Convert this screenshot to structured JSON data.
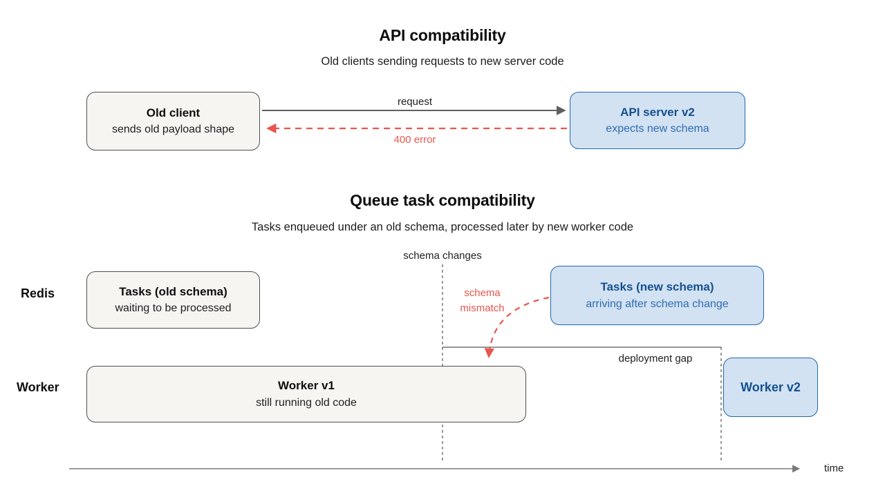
{
  "colors": {
    "background": "#ffffff",
    "gray_node_fill": "#f6f5f2",
    "gray_node_border": "#4f4f4f",
    "blue_node_fill": "#d2e2f2",
    "blue_node_border": "#2166ac",
    "blue_title_text": "#15508f",
    "blue_sub_text": "#2e6cb0",
    "error_red": "#e8564c",
    "arrow_gray": "#5f5f5f"
  },
  "section_api": {
    "title": "API compatibility",
    "subtitle": "Old clients sending requests to new server code",
    "old_client": {
      "title": "Old client",
      "subtitle": "sends old payload shape"
    },
    "api_server": {
      "title": "API server v2",
      "subtitle": "expects new schema"
    },
    "request_label": "request",
    "error_label": "400 error"
  },
  "section_queue": {
    "title": "Queue task compatibility",
    "subtitle": "Tasks enqueued under an old schema, processed later by new worker code",
    "schema_changes_label": "schema changes",
    "schema_mismatch_label": "schema mismatch",
    "deployment_gap_label": "deployment gap",
    "lanes": {
      "redis": "Redis",
      "worker": "Worker"
    },
    "tasks_old": {
      "title": "Tasks (old schema)",
      "subtitle": "waiting to be processed"
    },
    "tasks_new": {
      "title": "Tasks (new schema)",
      "subtitle": "arriving after schema change"
    },
    "worker_v1": {
      "title": "Worker v1",
      "subtitle": "still running old code"
    },
    "worker_v2": {
      "title": "Worker v2"
    },
    "time_label": "time"
  }
}
